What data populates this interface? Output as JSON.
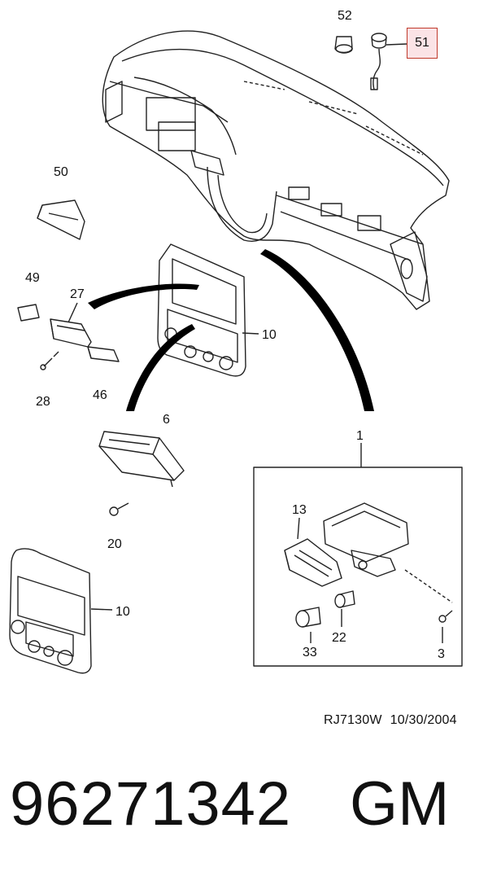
{
  "diagram": {
    "callouts": {
      "c52": "52",
      "c50": "50",
      "c49": "49",
      "c27": "27",
      "c28": "28",
      "c46": "46",
      "c10a": "10",
      "c10b": "10",
      "c6": "6",
      "c20": "20",
      "c1": "1",
      "c13": "13",
      "c22": "22",
      "c33": "33",
      "c3": "3"
    },
    "highlighted_callout": "51",
    "highlight_color": "#c0392b",
    "highlight_fill": "#fbe3e6"
  },
  "footer": {
    "drawing_id": "RJ7130W",
    "date": "10/30/2004",
    "part_number": "96271342",
    "brand": "GM"
  }
}
